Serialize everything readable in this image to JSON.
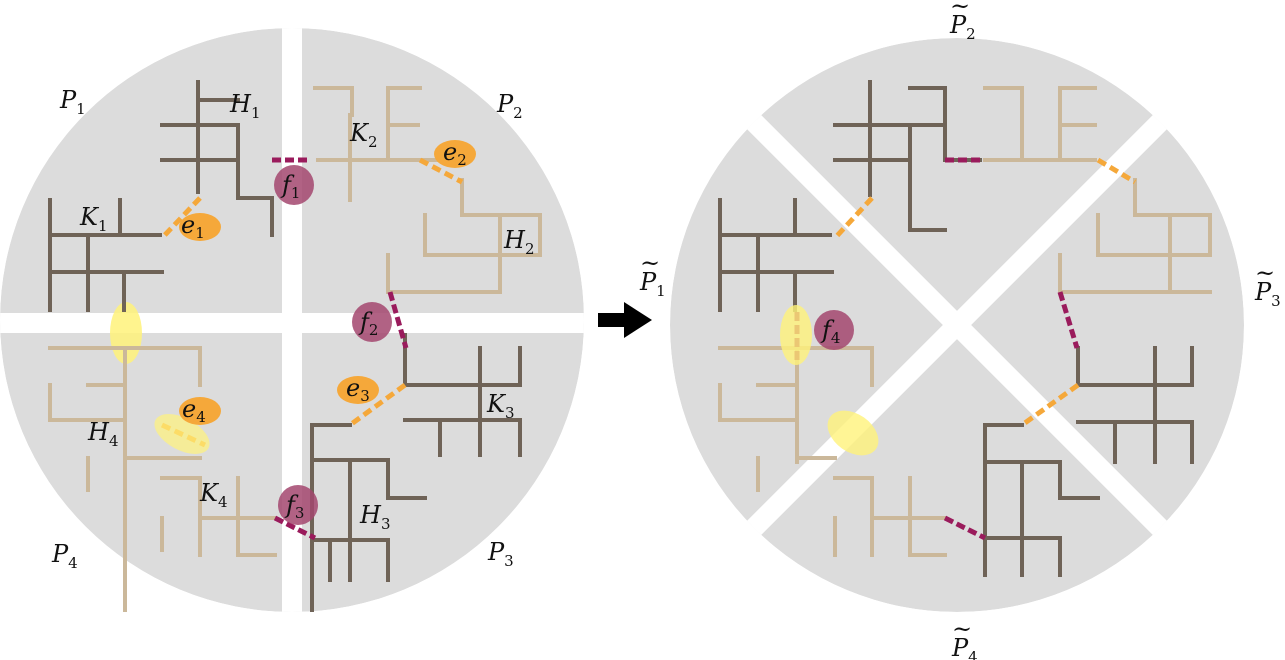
{
  "left": {
    "parts": [
      {
        "letter": "P",
        "sub": "1"
      },
      {
        "letter": "P",
        "sub": "2"
      },
      {
        "letter": "P",
        "sub": "3"
      },
      {
        "letter": "P",
        "sub": "4"
      }
    ],
    "H": [
      {
        "letter": "H",
        "sub": "1"
      },
      {
        "letter": "H",
        "sub": "2"
      },
      {
        "letter": "H",
        "sub": "3"
      },
      {
        "letter": "H",
        "sub": "4"
      }
    ],
    "K": [
      {
        "letter": "K",
        "sub": "1"
      },
      {
        "letter": "K",
        "sub": "2"
      },
      {
        "letter": "K",
        "sub": "3"
      },
      {
        "letter": "K",
        "sub": "4"
      }
    ],
    "e": [
      {
        "letter": "e",
        "sub": "1"
      },
      {
        "letter": "e",
        "sub": "2"
      },
      {
        "letter": "e",
        "sub": "3"
      },
      {
        "letter": "e",
        "sub": "4"
      }
    ],
    "f": [
      {
        "letter": "f",
        "sub": "1"
      },
      {
        "letter": "f",
        "sub": "2"
      },
      {
        "letter": "f",
        "sub": "3"
      }
    ]
  },
  "right": {
    "parts": [
      {
        "letter": "P",
        "sub": "1"
      },
      {
        "letter": "P",
        "sub": "2"
      },
      {
        "letter": "P",
        "sub": "3"
      },
      {
        "letter": "P",
        "sub": "4"
      }
    ],
    "f4": {
      "letter": "f",
      "sub": "4"
    },
    "tilde": "~"
  },
  "colors": {
    "disk": "#dcdcdc",
    "tree_dark": "#6f6357",
    "tree_light": "#cbb89a",
    "orange": "#f5a83a",
    "purple": "#a3466f",
    "yellow": "#fff27a"
  }
}
